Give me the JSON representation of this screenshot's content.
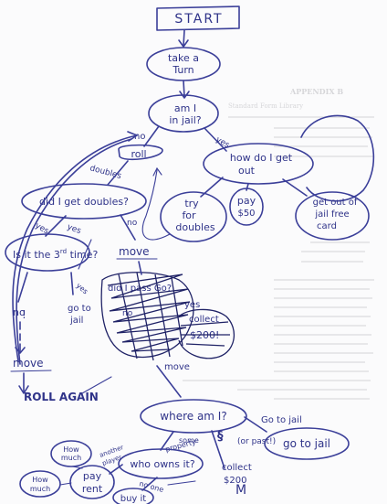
{
  "background_print": {
    "heading": "APPENDIX B",
    "subheading": "Standard Form Library"
  },
  "nodes": {
    "start": "START",
    "take_turn": [
      "take a",
      "Turn"
    ],
    "in_jail": [
      "am I",
      "in jail?"
    ],
    "roll": "roll",
    "got_doubles": "did I get doubles?",
    "third_time": [
      "Is it the 3",
      "rd",
      " time?"
    ],
    "how_get_out": [
      "how do I get",
      "out"
    ],
    "try_doubles": [
      "try",
      "for",
      "doubles"
    ],
    "pay_50": [
      "pay",
      "$50"
    ],
    "jail_card": [
      "get out of",
      "jail free",
      "card"
    ],
    "move": "move",
    "no": "no",
    "go_to_jail_small": [
      "go to",
      "jail"
    ],
    "move_left": "move",
    "roll_again": "ROLL AGAIN",
    "scribbled": [
      "did I pass Go?",
      "yes",
      "collect",
      "$200!",
      "no",
      "move"
    ],
    "where_am_i": "where am I?",
    "go_to_jail": "go to jail",
    "go_to_jail_label": "Go to jail",
    "or_past": "(or past!)",
    "collect_200": [
      "collect",
      "$200"
    ],
    "who_owns": "who owns it?",
    "pay_rent": [
      "pay",
      "rent"
    ],
    "how_much_1": [
      "How",
      "much"
    ],
    "how_much_2": [
      "How",
      "much"
    ],
    "buy_it": "buy it",
    "m_mark": "M"
  },
  "edge_labels": {
    "no": "no",
    "yes": "yes",
    "doubles": "doubles",
    "yes_left": "yes",
    "yes_2": "yes",
    "no_2": "no",
    "no_3": "no",
    "yes_3": "yes",
    "property": [
      "some",
      "property"
    ],
    "another_player": [
      "another",
      "player"
    ],
    "no_one": "no one"
  }
}
